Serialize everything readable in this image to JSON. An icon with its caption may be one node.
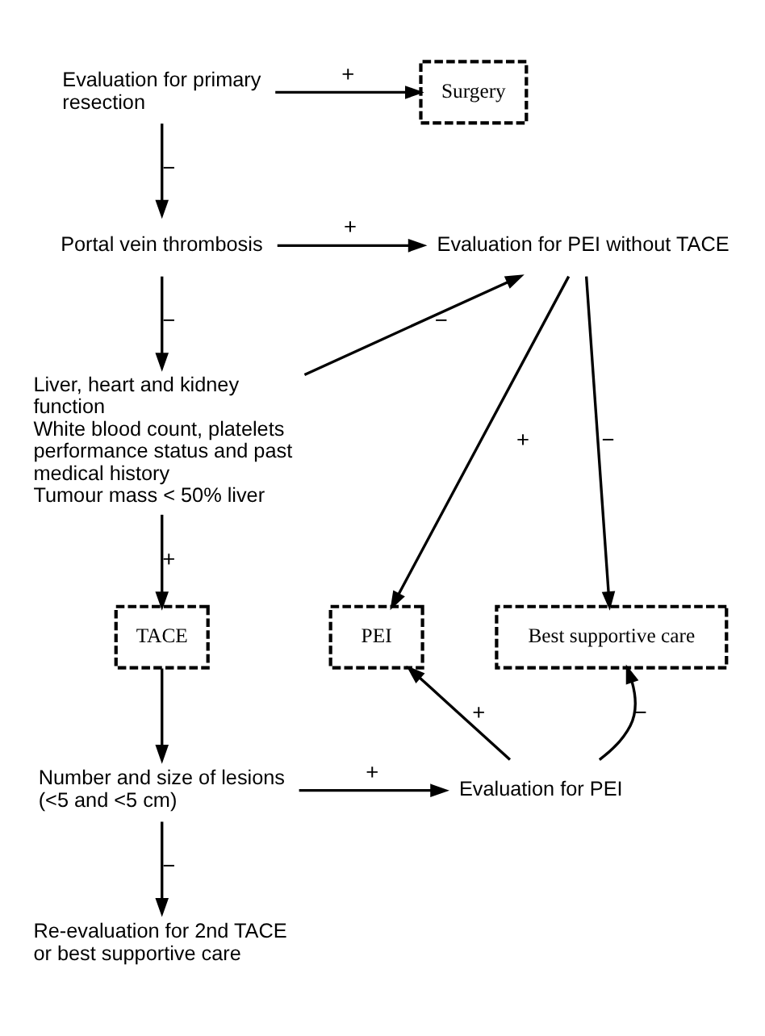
{
  "diagram": {
    "nodes": [
      {
        "text": [
          "Evaluation for primary resection"
        ]
      },
      {
        "text": [
          "Surgery"
        ]
      },
      {
        "text": [
          "Portal vein thrombosis"
        ]
      },
      {
        "text": [
          "Evaluation for PEI without TACE"
        ]
      },
      {
        "text": [
          "Liver, heart and kidney function",
          "White blood count, platelets",
          "performance status and past medical history",
          "Tumour mass < 50% liver"
        ]
      },
      {
        "text": [
          "TACE"
        ]
      },
      {
        "text": [
          "Number and size of lesions (<5 and <5 cm)"
        ]
      },
      {
        "text": [
          "Evaluation for PEI"
        ]
      },
      {
        "text": [
          "Re-evaluation for 2nd TACE or best supportive care"
        ]
      },
      {
        "text": [
          "PEI"
        ]
      },
      {
        "text": [
          "Best supportive care"
        ]
      }
    ],
    "edges": [
      {
        "from": 0,
        "to": 1,
        "arrow": "to",
        "label": "+"
      },
      {
        "from": 0,
        "to": 2,
        "arrow": "to",
        "label": "−"
      },
      {
        "from": 2,
        "to": 3,
        "arrow": "to",
        "label": "+"
      },
      {
        "from": 2,
        "to": 4,
        "arrow": "to",
        "label": "−"
      },
      {
        "from": 4,
        "to": 3,
        "arrow": "to",
        "label": "−"
      },
      {
        "from": 4,
        "to": 5,
        "arrow": "to",
        "label": "+"
      },
      {
        "from": 5,
        "to": 6,
        "arrow": "to"
      },
      {
        "from": 6,
        "to": 7,
        "arrow": "to",
        "label": "+"
      },
      {
        "from": 6,
        "to": 8,
        "arrow": "to",
        "label": "−"
      },
      {
        "from": 3,
        "to": 9,
        "arrow": "to",
        "label": "+"
      },
      {
        "from": 3,
        "to": 10,
        "arrow": "to",
        "label": "−"
      },
      {
        "from": 7,
        "to": 9,
        "arrow": "to",
        "label": "+"
      },
      {
        "from": 7,
        "to": 10,
        "arrow": "to",
        "label": "−"
      }
    ]
  }
}
